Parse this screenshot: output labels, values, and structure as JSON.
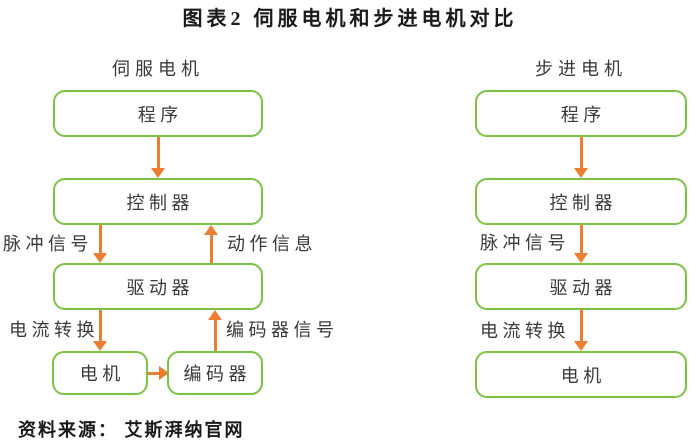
{
  "title": "图表2 伺服电机和步进电机对比",
  "colors": {
    "box_border": "#7cc243",
    "arrow": "#ed7d31",
    "text": "#3a3a3a",
    "title_text": "#1a1a1a"
  },
  "columns": {
    "servo": {
      "header": "伺服电机",
      "boxes": {
        "program": "程序",
        "controller": "控制器",
        "driver": "驱动器",
        "motor": "电机",
        "encoder": "编码器"
      },
      "labels": {
        "pulse_signal": "脉冲信号",
        "action_info": "动作信息",
        "current_conversion": "电流转换",
        "encoder_signal": "编码器信号"
      }
    },
    "stepper": {
      "header": "步进电机",
      "boxes": {
        "program": "程序",
        "controller": "控制器",
        "driver": "驱动器",
        "motor": "电机"
      },
      "labels": {
        "pulse_signal": "脉冲信号",
        "current_conversion": "电流转换"
      }
    }
  },
  "source": "资料来源： 艾斯湃纳官网"
}
